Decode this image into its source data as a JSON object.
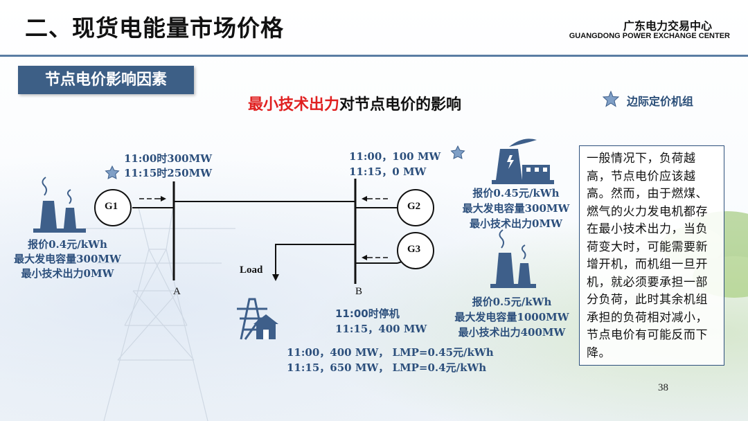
{
  "header": {
    "title": "二、现货电能量市场价格",
    "org_cn": "广东电力交易中心",
    "org_en": "GUANGDONG POWER EXCHANGE CENTER"
  },
  "section_tag": "节点电价影响因素",
  "heading": {
    "red": "最小技术出力",
    "rest": "对节点电价的影响"
  },
  "legend": {
    "icon": "star-icon",
    "label": "边际定价机组",
    "color": "#4a6fa0"
  },
  "g1": {
    "name": "G1",
    "dispatch": [
      "11:00时300MW",
      "11:15时250MW"
    ],
    "info": [
      "报价0.4元/kWh",
      "最大发电容量300MW",
      "最小技术出力0MW"
    ]
  },
  "g2": {
    "name": "G2",
    "dispatch": [
      "11:00，100 MW",
      "11:15，0 MW"
    ],
    "info": [
      "报价0.45元/kWh",
      "最大发电容量300MW",
      "最小技术出力0MW"
    ]
  },
  "g3": {
    "name": "G3",
    "dispatch": [
      "11:00时停机",
      "11:15，400 MW"
    ],
    "info": [
      "报价0.5元/kWh",
      "最大发电容量1000MW",
      "最小技术出力400MW"
    ]
  },
  "nodes": {
    "a": "A",
    "b": "B",
    "load": "Load"
  },
  "load_info": [
    "11:00，400 MW，  LMP=0.45元/kWh",
    "11:15，650 MW，  LMP=0.4元/kWh"
  ],
  "description": "一般情况下，负荷越高，节点电价应该越高。然而，由于燃煤、燃气的火力发电机都存在最小技术出力，当负荷变大时，可能需要新增开机，而机组一旦开机，就必须要承担一部分负荷，此时其余机组承担的负荷相对减小，节点电价有可能反而下降。",
  "page_number": "38"
}
